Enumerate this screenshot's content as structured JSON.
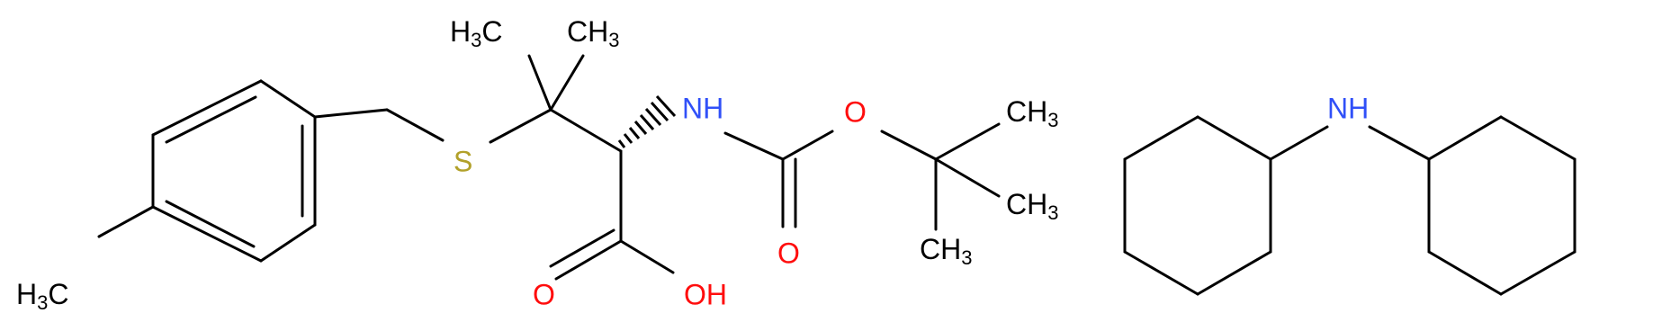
{
  "colors": {
    "bond": "#000000",
    "nitrogen": "#3050f8",
    "oxygen": "#ff0d0d",
    "sulfur": "#b2a12a",
    "carbon": "#000000"
  },
  "labels": {
    "h3c_left": {
      "main": "H",
      "sub": "3",
      "tail": "C"
    },
    "sulfur": "S",
    "h3c_top": {
      "main": "H",
      "sub": "3",
      "tail": "C"
    },
    "ch3_top": {
      "main": "CH",
      "sub": "3"
    },
    "nh_boc": "NH",
    "o_ester": "O",
    "ch3_1": {
      "main": "CH",
      "sub": "3"
    },
    "ch3_2": {
      "main": "CH",
      "sub": "3"
    },
    "ch3_3": {
      "main": "CH",
      "sub": "3"
    },
    "o_carbonyl": "O",
    "o_acid": "O",
    "oh_acid": "OH",
    "nh_amine": "NH"
  }
}
